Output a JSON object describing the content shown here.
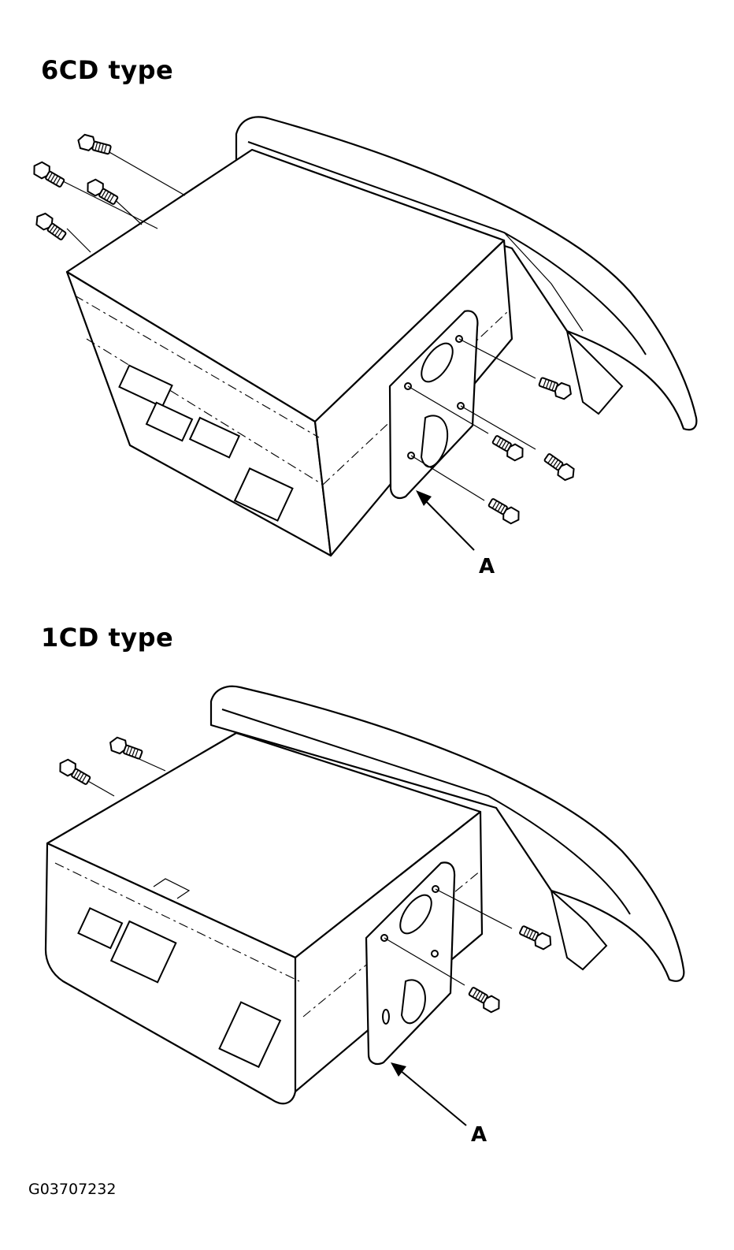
{
  "sections": [
    {
      "heading": "6CD type",
      "callout": "A"
    },
    {
      "heading": "1CD type",
      "callout": "A"
    }
  ],
  "figure_code": "G03707232"
}
